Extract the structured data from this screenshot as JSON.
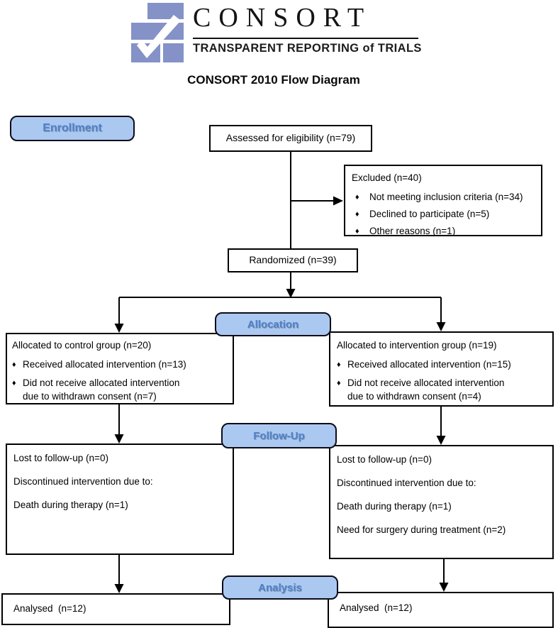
{
  "header": {
    "wordmark": "CONSORT",
    "tagline": "TRANSPARENT REPORTING of TRIALS",
    "diagram_title": "CONSORT 2010 Flow Diagram",
    "logo_blue": "#8492c8"
  },
  "colors": {
    "stage_fill": "#abc8f1",
    "stage_text": "#4d81cb",
    "stage_border": "#0c0c1a",
    "box_border": "#000000"
  },
  "bullet_glyph": "♦",
  "stages": {
    "enrollment": "Enrollment",
    "allocation": "Allocation",
    "followup": "Follow-Up",
    "analysis": "Analysis"
  },
  "boxes": {
    "assessed": {
      "text": "Assessed for eligibility (n=79)"
    },
    "excluded": {
      "title": "Excluded (n=40)",
      "items": [
        "Not meeting inclusion criteria (n=34)",
        "Declined to participate (n=5)",
        "Other reasons (n=1)"
      ]
    },
    "randomized": {
      "text": "Randomized (n=39)"
    },
    "alloc_left": {
      "title": "Allocated to control group (n=20)",
      "item1": "Received allocated intervention (n=13)",
      "item2_line1": "Did not receive allocated intervention",
      "item2_line2": "due to withdrawn consent (n=7)"
    },
    "alloc_right": {
      "title": "Allocated to intervention group (n=19)",
      "item1": "Received allocated intervention (n=15)",
      "item2_line1": "Did not receive allocated intervention",
      "item2_line2": "due to withdrawn consent (n=4)"
    },
    "fu_left": {
      "lines": [
        "Lost to follow-up (n=0)",
        "Discontinued intervention due to:",
        "Death during therapy (n=1)"
      ]
    },
    "fu_right": {
      "lines": [
        "Lost to follow-up (n=0)",
        "Discontinued intervention due to:",
        "Death during therapy (n=1)",
        "Need for surgery during treatment (n=2)"
      ]
    },
    "analysed_left": {
      "text": "Analysed  (n=12)"
    },
    "analysed_right": {
      "text": "Analysed  (n=12)"
    }
  }
}
